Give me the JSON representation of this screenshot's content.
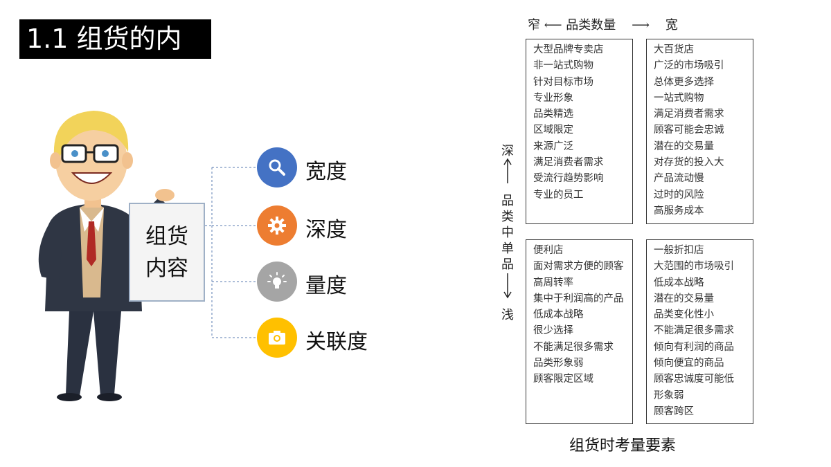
{
  "title": "1.1 组货的内",
  "card": {
    "line1": "组货",
    "line2": "内容"
  },
  "nodes": [
    {
      "label": "宽度",
      "icon": "search-icon",
      "color": "#4472c4"
    },
    {
      "label": "深度",
      "icon": "gear-icon",
      "color": "#ed7d31"
    },
    {
      "label": "量度",
      "icon": "lightbulb-icon",
      "color": "#a5a5a5"
    },
    {
      "label": "关联度",
      "icon": "camera-icon",
      "color": "#ffc000"
    }
  ],
  "axis": {
    "top_left": "窄",
    "top_label": "品类数量",
    "top_right": "宽",
    "left_top": "深",
    "left_label": [
      "品",
      "类",
      "中",
      "单",
      "品"
    ],
    "left_bottom": "浅"
  },
  "quadrants": {
    "top_left": [
      "大型品牌专卖店",
      "非一站式购物",
      "针对目标市场",
      "专业形象",
      "品类精选",
      "区域限定",
      "来源广泛",
      "满足消费者需求",
      "受流行趋势影响",
      "专业的员工"
    ],
    "top_right": [
      "大百货店",
      "广泛的市场吸引",
      "总体更多选择",
      "一站式购物",
      "满足消费者需求",
      "顾客可能会忠诚",
      "潜在的交易量",
      "对存货的投入大",
      "产品流动慢",
      "过时的风险",
      "高服务成本"
    ],
    "bottom_left": [
      "便利店",
      "面对需求方便的顾客",
      "高周转率",
      "集中于利润高的产品",
      "低成本战略",
      "很少选择",
      "不能满足很多需求",
      "品类形象弱",
      "顾客限定区域"
    ],
    "bottom_right": [
      "一般折扣店",
      "大范围的市场吸引",
      "低成本战略",
      "潜在的交易量",
      "品类变化性小",
      "不能满足很多需求",
      "倾向有利润的商品",
      "倾向便宜的商品",
      "顾客忠诚度可能低",
      "形象弱",
      "顾客跨区"
    ]
  },
  "caption": "组货时考量要素"
}
